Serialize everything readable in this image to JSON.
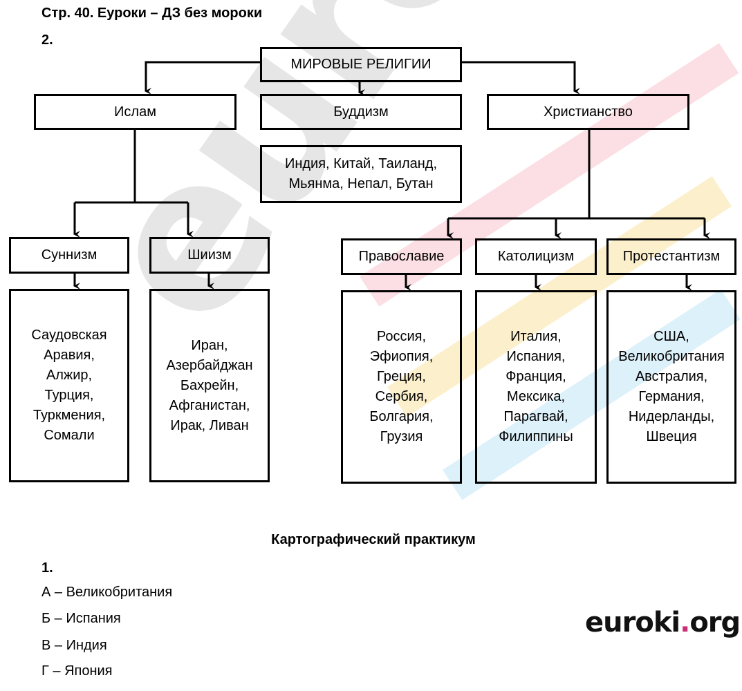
{
  "header": {
    "title": "Стр. 40. Еуроки – ДЗ без мороки",
    "task_num": "2."
  },
  "diagram": {
    "root": "МИРОВЫЕ РЕЛИГИИ",
    "islam": {
      "label": "Ислам",
      "sunni": {
        "label": "Суннизм",
        "countries": [
          "Саудовская",
          "Аравия,",
          "Алжир,",
          "Турция,",
          "Туркмения,",
          "Сомали"
        ]
      },
      "shia": {
        "label": "Шиизм",
        "countries": [
          "Иран,",
          "Азербайджан",
          "Бахрейн,",
          "Афганистан,",
          "Ирак, Ливан"
        ]
      }
    },
    "buddhism": {
      "label": "Буддизм",
      "countries": [
        "Индия, Китай, Таиланд,",
        "Мьянма, Непал, Бутан"
      ]
    },
    "christianity": {
      "label": "Христианство",
      "orthodoxy": {
        "label": "Православие",
        "countries": [
          "Россия,",
          "Эфиопия,",
          "Греция,",
          "Сербия,",
          "Болгария,",
          "Грузия"
        ]
      },
      "catholicism": {
        "label": "Католицизм",
        "countries": [
          "Италия,",
          "Испания,",
          "Франция,",
          "Мексика,",
          "Парагвай,",
          "Филиппины"
        ]
      },
      "protestantism": {
        "label": "Протестантизм",
        "countries": [
          "США,",
          "Великобритания",
          "Австралия,",
          "Германия,",
          "Нидерланды,",
          "Швеция"
        ]
      }
    }
  },
  "practicum": {
    "title": "Картографический практикум",
    "task_num": "1.",
    "answers": [
      "А – Великобритания",
      "Б – Испания",
      "В – Индия",
      "Г – Япония"
    ]
  },
  "watermark": {
    "text": "euroki",
    "logo_main": "euroki",
    "logo_dot": ".",
    "logo_tld": "org"
  },
  "colors": {
    "line": "#000000",
    "watermark_gray": "#e6e6e6",
    "logo_pink": "#c82f78"
  }
}
